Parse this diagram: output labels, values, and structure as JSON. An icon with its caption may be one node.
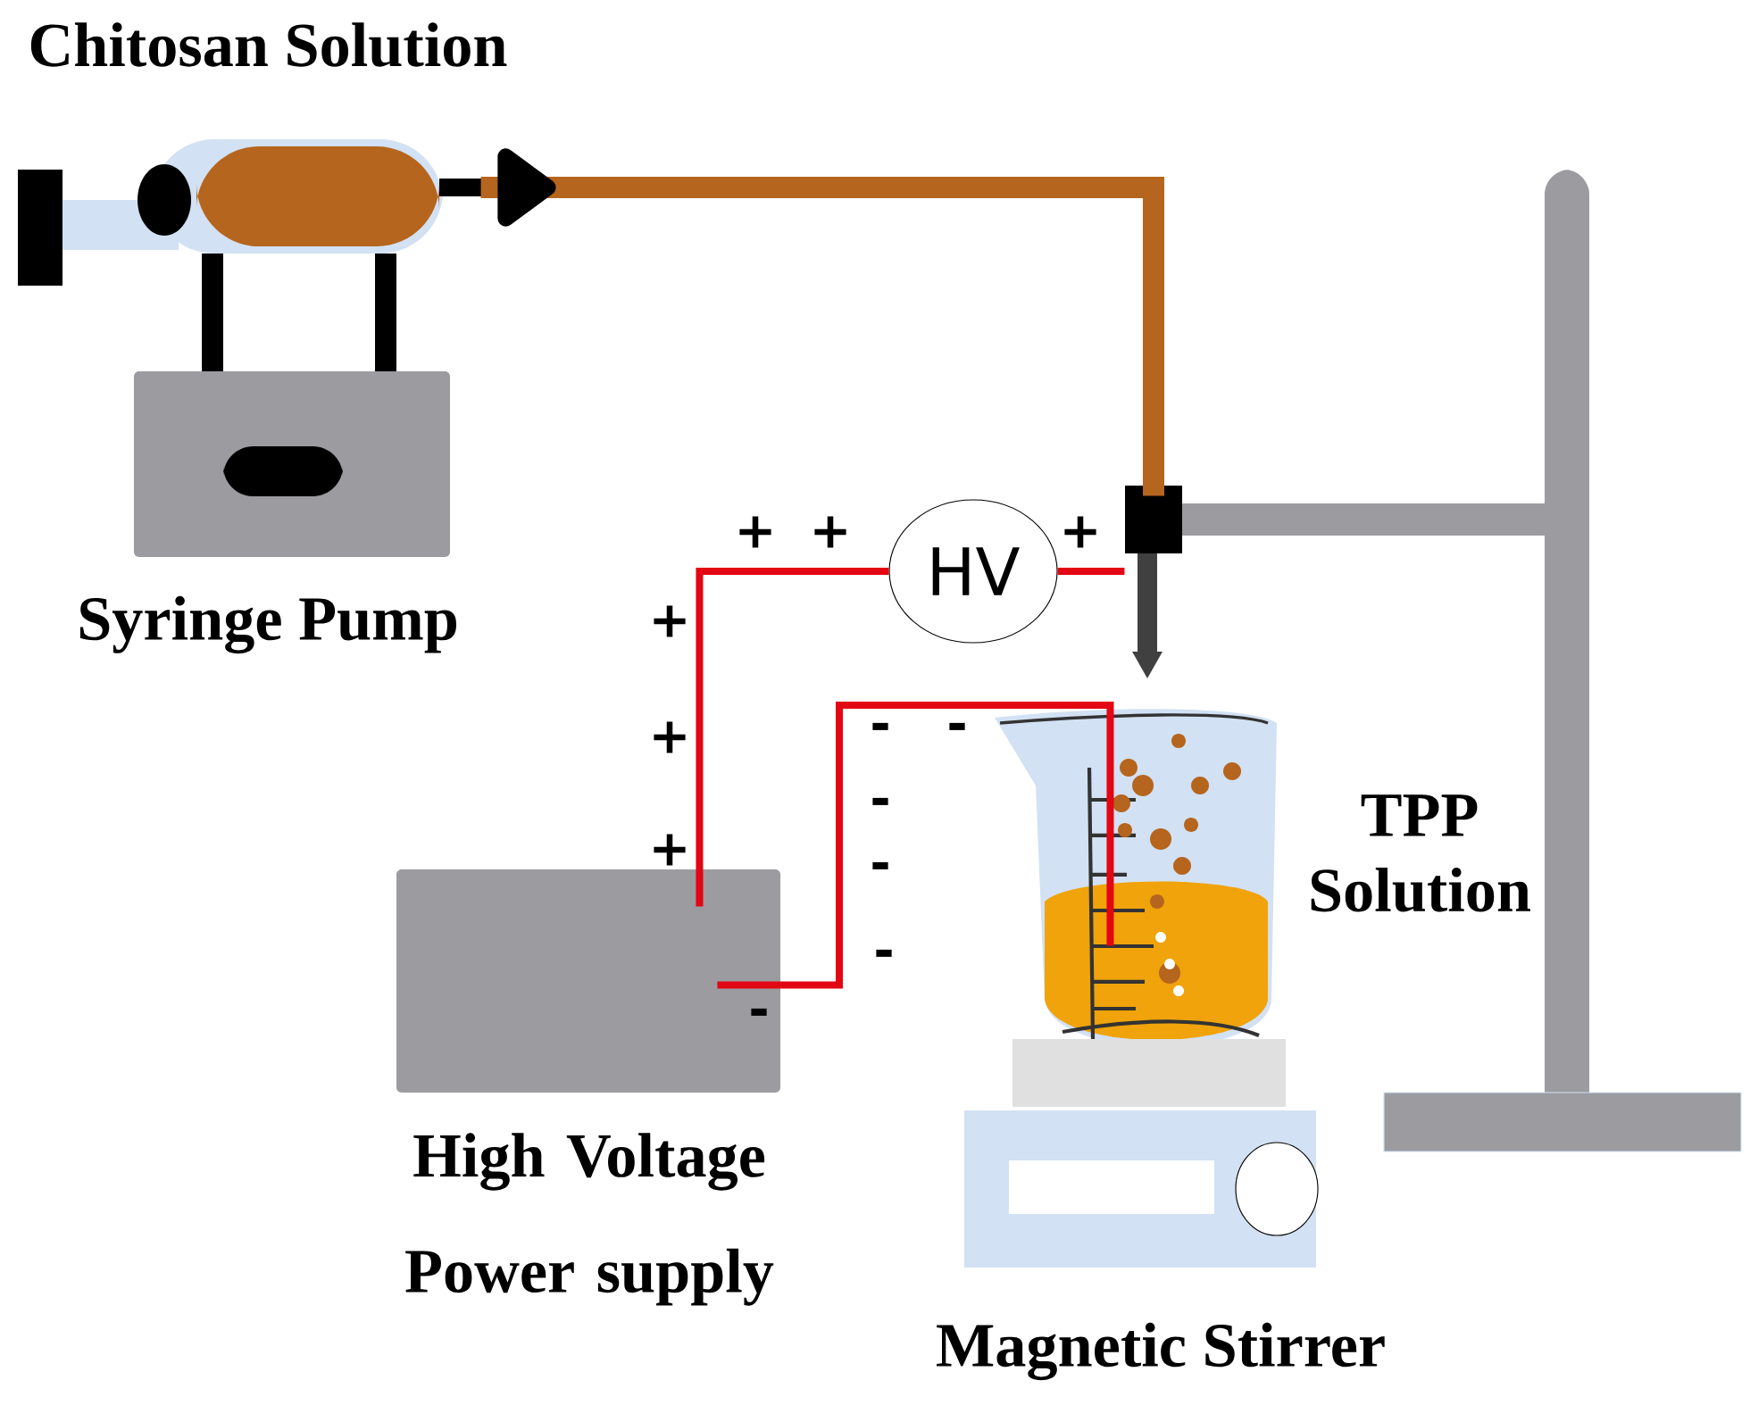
{
  "diagram": {
    "nodes": [
      {
        "text": [
          "Chitosan Solution"
        ]
      },
      {
        "text": [
          "Syringe Pump"
        ]
      },
      {
        "text": [],
        "shape": "box"
      },
      {
        "text": [
          "HV"
        ]
      },
      {
        "text": [
          "High Voltage Power supply"
        ]
      },
      {
        "text": [
          "TPP Solution"
        ]
      },
      {
        "text": [
          "Magnetic Stirrer"
        ]
      }
    ],
    "edges": [
      {
        "from": 0,
        "to": 2,
        "arrow": "to",
        "style": "thick",
        "color": "#b5651d"
      },
      {
        "from": 4,
        "to": 3,
        "arrow": "none"
      },
      {
        "from": 3,
        "to": 2,
        "arrow": "none"
      },
      {
        "from": 4,
        "to": 5,
        "arrow": "none"
      }
    ],
    "labels": [
      "+",
      "+",
      "+",
      "+",
      "-",
      "-",
      "+",
      "-",
      "+",
      "-",
      "-",
      "-"
    ]
  }
}
